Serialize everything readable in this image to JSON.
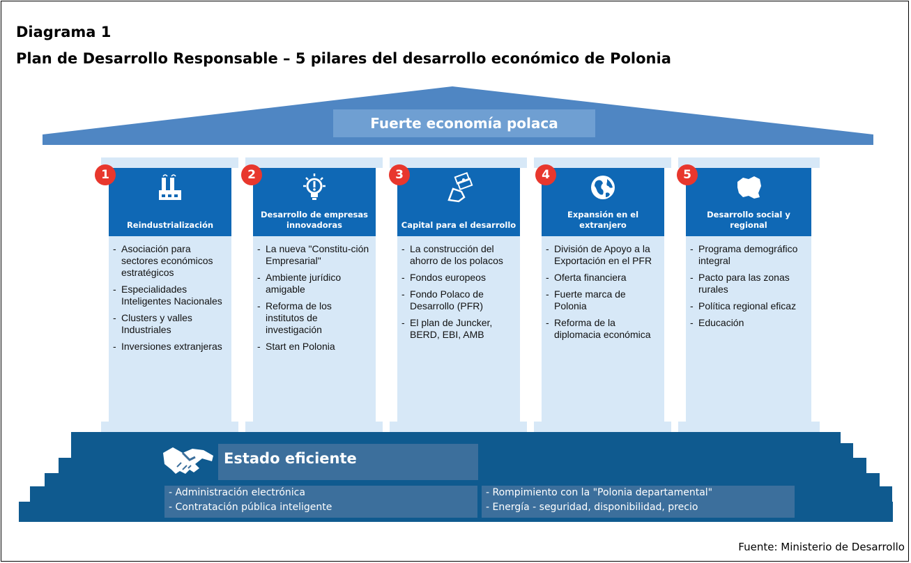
{
  "title": {
    "line1": "Diagrama 1",
    "line2": "Plan de Desarrollo Responsable – 5 pilares del desarrollo económico de Polonia"
  },
  "roof": {
    "label": "Fuerte economía polaca"
  },
  "pillars": [
    {
      "number": "1",
      "title": "Reindustrialización",
      "icon": "factory-icon",
      "items": [
        "Asociación para sectores económicos estratégicos",
        "Especialidades Inteligentes Nacionales",
        "Clusters y valles Industriales",
        "Inversiones extranjeras"
      ]
    },
    {
      "number": "2",
      "title": "Desarrollo de empresas innovadoras",
      "icon": "lightbulb-icon",
      "items": [
        "La nueva \"Constitu-ción Empresarial\"",
        "Ambiente jurídico amigable",
        "Reforma de los institutos de investigación",
        "Start en Polonia"
      ]
    },
    {
      "number": "3",
      "title": "Capital para el desarrollo",
      "icon": "money-hand-icon",
      "items": [
        "La construcción del ahorro de los polacos",
        "Fondos europeos",
        "Fondo Polaco de Desarrollo (PFR)",
        "El plan de Juncker, BERD, EBI, AMB"
      ]
    },
    {
      "number": "4",
      "title": "Expansión en el extranjero",
      "icon": "globe-icon",
      "items": [
        "División de Apoyo a la Exportación en el PFR",
        "Oferta financiera",
        "Fuerte marca de Polonia",
        "Reforma de la diplomacia económica"
      ]
    },
    {
      "number": "5",
      "title": "Desarrollo social y regional",
      "icon": "poland-map-icon",
      "items": [
        "Programa demográfico integral",
        "Pacto para las zonas rurales",
        "Política regional eficaz",
        "Educación"
      ]
    }
  ],
  "foundation": {
    "label": "Estado eficiente",
    "icon": "handshake-icon",
    "left_items": [
      "- Administración electrónica",
      "- Contratación pública inteligente"
    ],
    "right_items": [
      "- Rompimiento con la \"Polonia departamental\"",
      "- Energía - seguridad, disponibilidad, precio"
    ]
  },
  "source": "Fuente: Ministerio de Desarrollo",
  "colors": {
    "roof": "#4f86c3",
    "roof_label": "#6f9fd2",
    "pillar_head": "#0f68b5",
    "pillar_body": "#d7e8f7",
    "badge": "#e8372d",
    "steps": "#0f5a8f",
    "state_box": "#3c6f9c"
  }
}
